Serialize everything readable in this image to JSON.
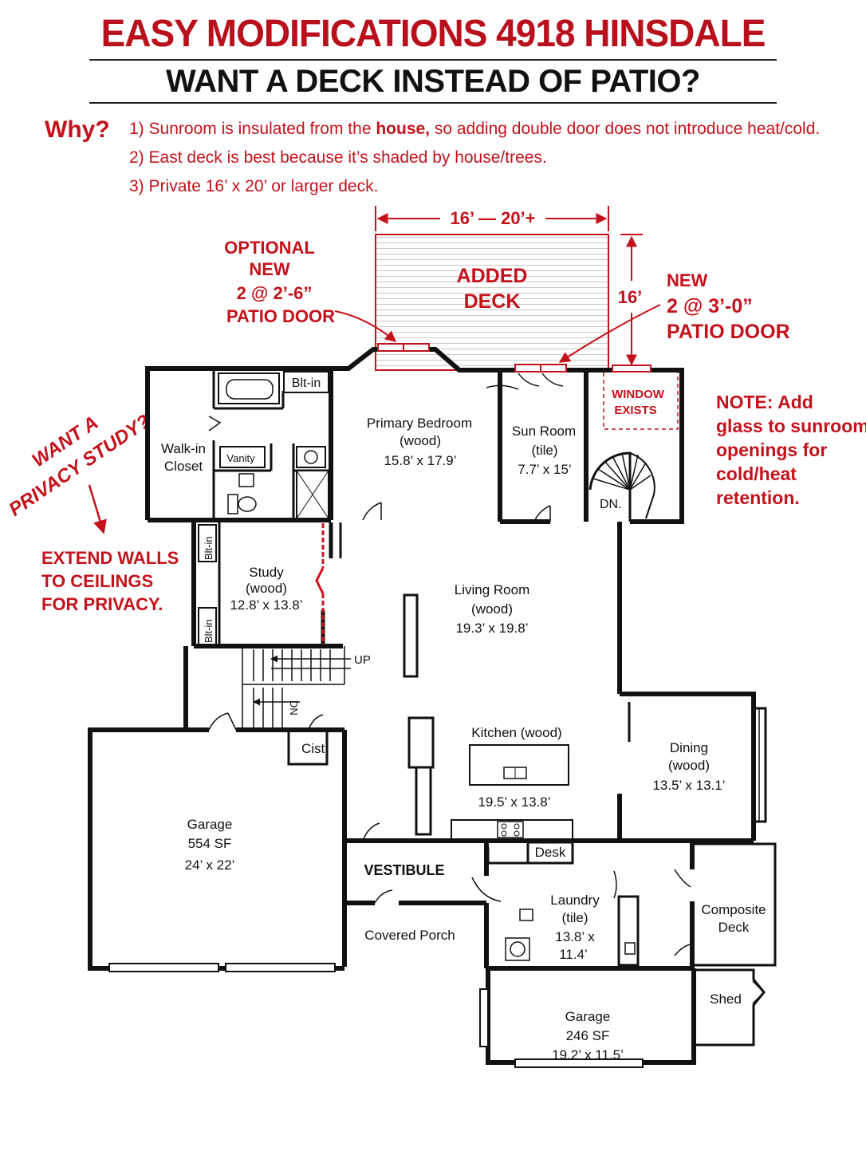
{
  "header": {
    "title": "EASY MODIFICATIONS 4918 HINSDALE",
    "subtitle": "WANT A DECK INSTEAD OF PATIO?"
  },
  "why": {
    "label": "Why?",
    "reasons": [
      {
        "num": "1)",
        "before": "Sunroom is insulated from the ",
        "bold": "house,",
        "after": " so adding double door does not introduce heat/cold."
      },
      {
        "num": "2)",
        "text": "East deck is best because it’s shaded by house/trees."
      },
      {
        "num": "3)",
        "text": "Private 16’ x 20’ or larger deck."
      }
    ]
  },
  "deck": {
    "width_dim": "16’ — 20’+",
    "depth_dim": "16’",
    "label_l1": "ADDED",
    "label_l2": "DECK"
  },
  "callouts": {
    "optional_door": [
      "OPTIONAL",
      "NEW",
      "2 @ 2’-6”",
      "PATIO DOOR"
    ],
    "new_door": [
      "NEW",
      "2 @ 3’-0”",
      "PATIO DOOR"
    ],
    "window": [
      "WINDOW",
      "EXISTS"
    ],
    "note": [
      "NOTE:  Add",
      "glass to sunroom",
      "openings for",
      "cold/heat",
      "retention."
    ],
    "privacy": [
      "WANT A",
      "PRIVACY STUDY?"
    ],
    "extend": [
      "EXTEND WALLS",
      "TO CEILINGS",
      "FOR PRIVACY."
    ]
  },
  "rooms": {
    "primary_bedroom": [
      "Primary Bedroom",
      "(wood)",
      "15.8’ x 17.9’"
    ],
    "sun_room": [
      "Sun Room",
      "(tile)",
      "7.7’ x 15’"
    ],
    "walk_in_closet": [
      "Walk-in",
      "Closet"
    ],
    "vanity": "Vanity",
    "bath_builtin": "Blt-in",
    "stair_dn": "DN.",
    "study": [
      "Study",
      "(wood)",
      "12.8’ x 13.8’"
    ],
    "study_builtin_1": "Blt-in",
    "study_builtin_2": "Blt-in",
    "living_room": [
      "Living Room",
      "(wood)",
      "19.3’ x 19.8’"
    ],
    "stairs_up": "UP",
    "stairs_dn": "DN",
    "kitchen": [
      "Kitchen (wood)",
      "19.5’ x 13.8’"
    ],
    "dining": [
      "Dining",
      "(wood)",
      "13.5’ x 13.1’"
    ],
    "closet": "Cist.",
    "garage_main": [
      "Garage",
      "554 SF",
      "24’ x 22’"
    ],
    "vestibule": "VESTIBULE",
    "covered_porch": "Covered Porch",
    "desk": "Desk",
    "laundry": [
      "Laundry",
      "(tile)",
      "13.8’ x",
      "11.4’"
    ],
    "composite_deck": [
      "Composite",
      "Deck"
    ],
    "shed": "Shed",
    "garage_small": [
      "Garage",
      "246 SF",
      "19.2’ x 11.5’"
    ]
  },
  "colors": {
    "accent_red": "#c4121c",
    "wall": "#111111"
  }
}
